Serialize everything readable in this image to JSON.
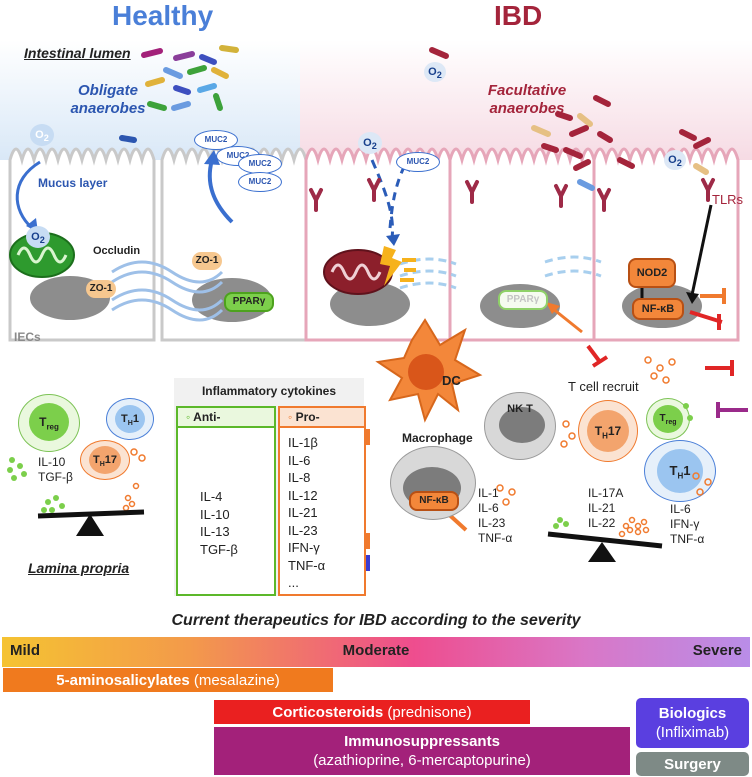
{
  "headers": {
    "healthy": "Healthy",
    "ibd": "IBD"
  },
  "labels": {
    "intestinal_lumen": "Intestinal lumen",
    "obligate_anaerobes": "Obligate anaerobes",
    "facultative_anaerobes": "Facultative anaerobes",
    "mucus_layer": "Mucus layer",
    "occludin": "Occludin",
    "zo1": "ZO-1",
    "pparg": "PPARγ",
    "iecs": "IECs",
    "tlrs": "TLRs",
    "nod2": "NOD2",
    "nfkb": "NF-κB",
    "dc": "DC",
    "nkt": "NK T",
    "macrophage": "Macrophage",
    "t_cell_recruit": "T cell recruit",
    "lamina_propria": "Lamina propria",
    "o2": "O",
    "o2_sub": "2",
    "muc2": "MUC2"
  },
  "cells": {
    "treg": {
      "main": "T",
      "sub": "reg"
    },
    "th1": {
      "main": "T",
      "sub": "H",
      "tail": "1"
    },
    "th17": {
      "main": "T",
      "sub": "H",
      "tail": "17"
    }
  },
  "healthy_cytokines": [
    "IL-10",
    "TGF-β"
  ],
  "macrophage_cytokines": [
    "IL-1",
    "IL-6",
    "IL-23",
    "TNF-α"
  ],
  "th17_cytokines": [
    "IL-17A",
    "IL-21",
    "IL-22"
  ],
  "th1_cytokines": [
    "IL-6",
    "IFN-γ",
    "TNF-α"
  ],
  "cytokine_table": {
    "title": "Inflammatory cytokines",
    "anti_label": "Anti-",
    "pro_label": "Pro-",
    "anti": [
      "IL-4",
      "IL-10",
      "IL-13",
      "TGF-β"
    ],
    "pro": [
      "IL-1β",
      "IL-6",
      "IL-8",
      "IL-12",
      "IL-21",
      "IL-23",
      "IFN-γ",
      "TNF-α",
      "..."
    ]
  },
  "therapeutics": {
    "title": "Current therapeutics for IBD according to the severity",
    "scale": {
      "mild": "Mild",
      "moderate": "Moderate",
      "severe": "Severe"
    },
    "bars": {
      "aminosalicylates": {
        "name": "5-aminosalicylates",
        "detail": "(mesalazine)"
      },
      "corticosteroids": {
        "name": "Corticosteroids",
        "detail": "(prednisone)"
      },
      "immunosuppressants": {
        "name": "Immunosuppressants",
        "detail": "(azathioprine, 6-mercaptopurine)"
      },
      "biologics": {
        "name": "Biologics",
        "detail": "(Infliximab)"
      },
      "surgery": {
        "name": "Surgery"
      }
    }
  },
  "colors": {
    "healthy_blue": "#4a7fd8",
    "ibd_red": "#a4243b",
    "anti_green": "#5cb82a",
    "pro_orange": "#f07a2e",
    "inhibit_red": "#e02626",
    "inhibit_purple": "#9a2a8a",
    "inhibit_blue": "#3b3bd0",
    "grad_start": "#f5c332",
    "grad_mid": "#ee4d8e",
    "grad_end": "#b98de8",
    "bar_orange": "#f07a1e",
    "bar_red": "#ea2020",
    "bar_purple": "#a3217a",
    "bar_blue": "#5a3fe0",
    "bar_grey": "#7e8a86"
  }
}
